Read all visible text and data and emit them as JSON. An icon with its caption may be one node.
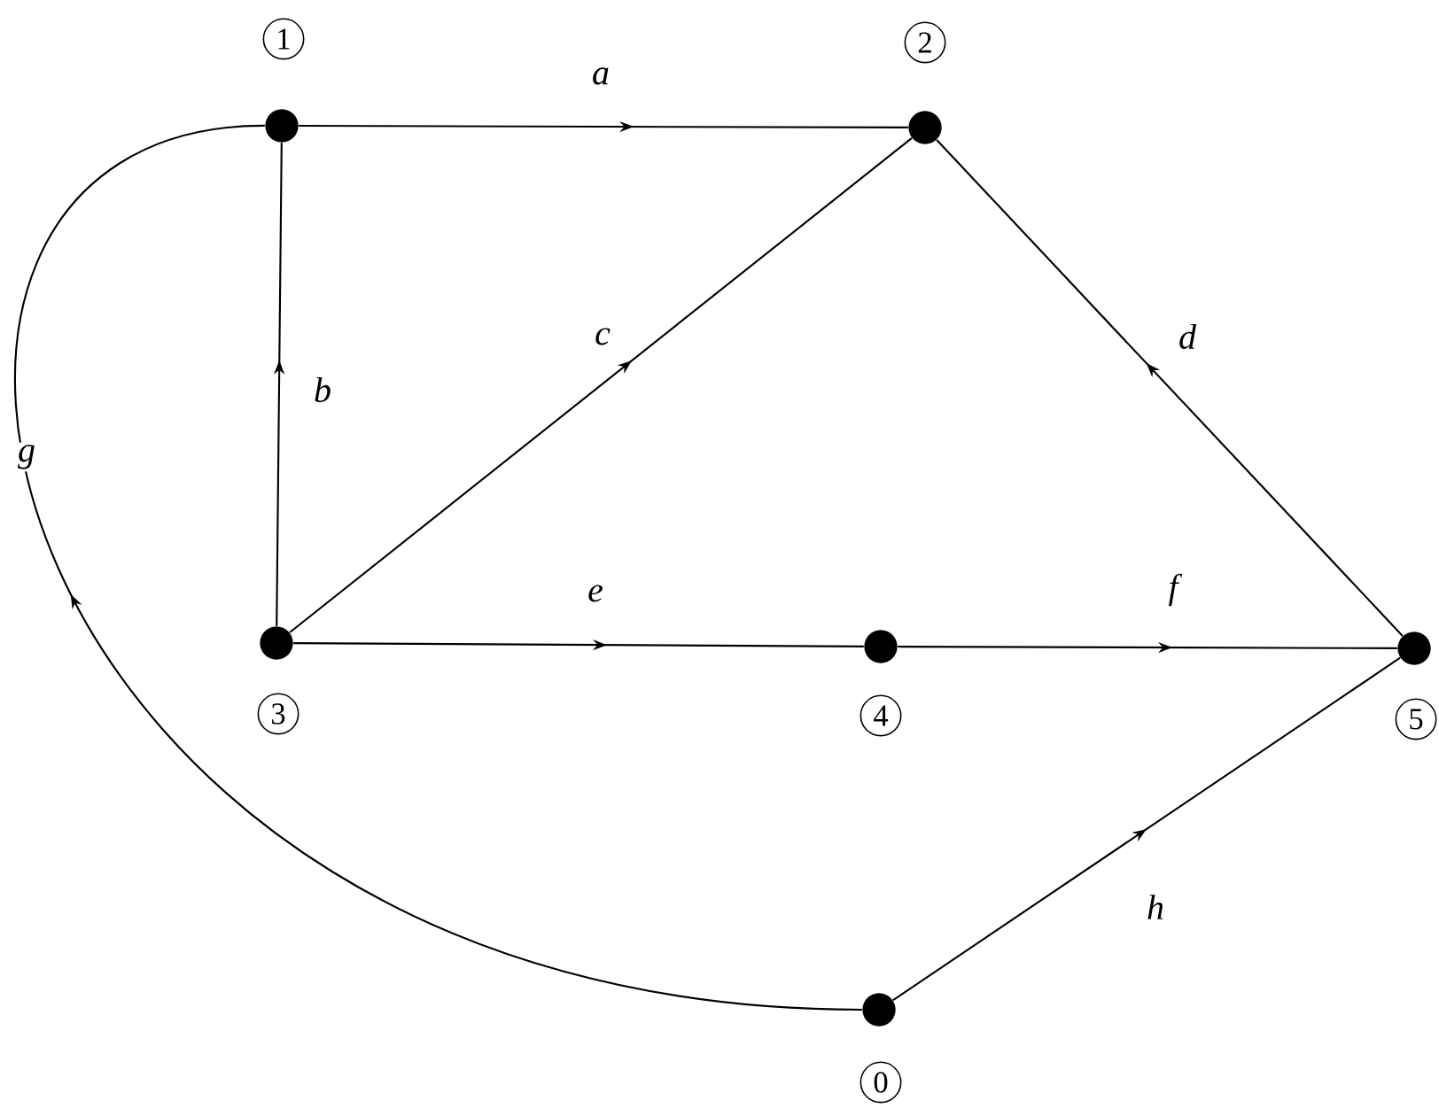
{
  "diagram": {
    "nodes": [
      {
        "text": [],
        "shape": "circle",
        "beside": [
          "1"
        ]
      },
      {
        "text": [],
        "shape": "circle",
        "beside": [
          "2"
        ]
      },
      {
        "text": [],
        "shape": "circle",
        "beside": [
          "3"
        ]
      },
      {
        "text": [],
        "shape": "circle",
        "beside": [
          "4"
        ]
      },
      {
        "text": [],
        "shape": "circle",
        "beside": [
          "5"
        ]
      },
      {
        "text": [],
        "shape": "circle",
        "beside": [
          "0"
        ]
      }
    ],
    "edges": [
      {
        "from": 0,
        "to": 1,
        "arrow": "to",
        "label": "a"
      },
      {
        "from": 2,
        "to": 0,
        "arrow": "to",
        "label": "b"
      },
      {
        "from": 2,
        "to": 1,
        "arrow": "to",
        "label": "c"
      },
      {
        "from": 4,
        "to": 1,
        "arrow": "to",
        "label": "d"
      },
      {
        "from": 2,
        "to": 3,
        "arrow": "to",
        "label": "e"
      },
      {
        "from": 3,
        "to": 4,
        "arrow": "to",
        "label": "f"
      },
      {
        "from": 5,
        "to": 0,
        "arrow": "to",
        "label": "g"
      },
      {
        "from": 5,
        "to": 4,
        "arrow": "to",
        "label": "h"
      }
    ]
  }
}
